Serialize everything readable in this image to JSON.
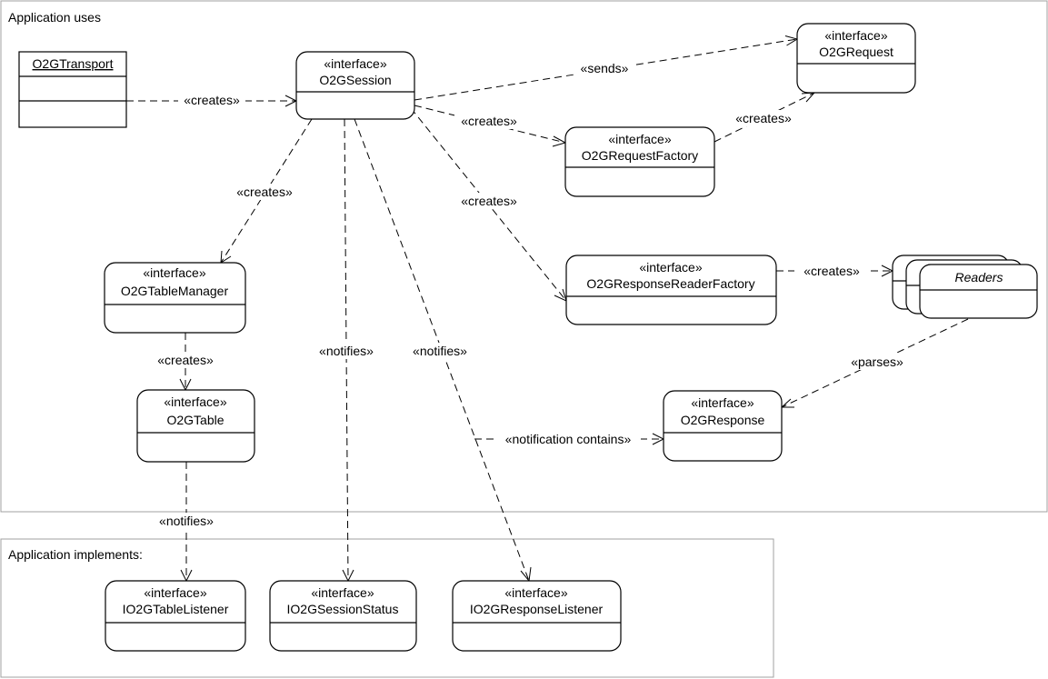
{
  "packages": {
    "app_uses": "Application uses",
    "app_implements": "Application implements:"
  },
  "nodes": {
    "transport": {
      "name": "O2GTransport"
    },
    "session": {
      "stereotype": "«interface»",
      "name": "O2GSession"
    },
    "request": {
      "stereotype": "«interface»",
      "name": "O2GRequest"
    },
    "request_factory": {
      "stereotype": "«interface»",
      "name": "O2GRequestFactory"
    },
    "table_manager": {
      "stereotype": "«interface»",
      "name": "O2GTableManager"
    },
    "reader_factory": {
      "stereotype": "«interface»",
      "name": "O2GResponseReaderFactory"
    },
    "readers": {
      "name": "Readers"
    },
    "table": {
      "stereotype": "«interface»",
      "name": "O2GTable"
    },
    "response": {
      "stereotype": "«interface»",
      "name": "O2GResponse"
    },
    "table_listener": {
      "stereotype": "«interface»",
      "name": "IO2GTableListener"
    },
    "session_status": {
      "stereotype": "«interface»",
      "name": "IO2GSessionStatus"
    },
    "response_listener": {
      "stereotype": "«interface»",
      "name": "IO2GResponseListener"
    }
  },
  "edges": {
    "transport_session": "«creates»",
    "session_request": "«sends»",
    "session_request_factory": "«creates»",
    "request_factory_request": "«creates»",
    "session_table_manager": "«creates»",
    "session_reader_factory": "«creates»",
    "reader_factory_readers": "«creates»",
    "readers_response": "«parses»",
    "table_manager_table": "«creates»",
    "session_status_notify": "«notifies»",
    "session_response_listener": "«notifies»",
    "notification_contains": "«notification contains»",
    "table_listener_notify": "«notifies»"
  }
}
